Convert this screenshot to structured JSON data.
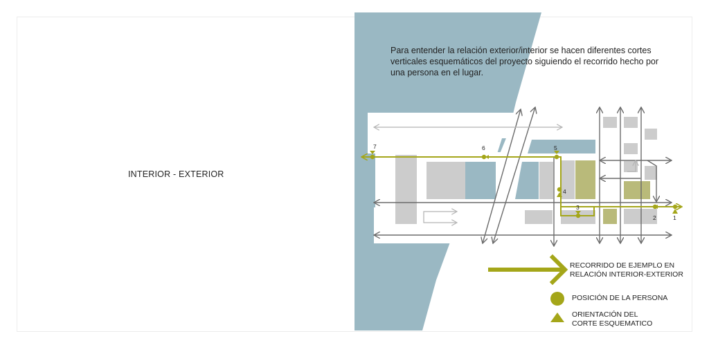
{
  "left_page": {
    "title": "INTERIOR - EXTERIOR"
  },
  "intro": {
    "lines": [
      "Para entender la relación exterior/interior se hacen diferentes cortes",
      "verticales esquemáticos del proyecto siguiendo el recorrido hecho por",
      "una persona en el lugar."
    ]
  },
  "route_points": [
    "1",
    "2",
    "3",
    "4",
    "5",
    "6",
    "7"
  ],
  "legend": {
    "route_line1": "RECORRIDO DE EJEMPLO EN",
    "route_line2": "RELACIÓN INTERIOR-EXTERIOR",
    "position": "POSICIÓN DE LA PERSONA",
    "orientation_line1": "ORIENTACIÓN DEL",
    "orientation_line2": "CORTE ESQUEMATICO"
  },
  "colors": {
    "water": "#9ab8c3",
    "route": "#a4a619",
    "building": "#cccccc",
    "building_highlight": "#b9ba7a",
    "arrow": "#6b6b6b",
    "arrow_light": "#b5b5b5"
  }
}
